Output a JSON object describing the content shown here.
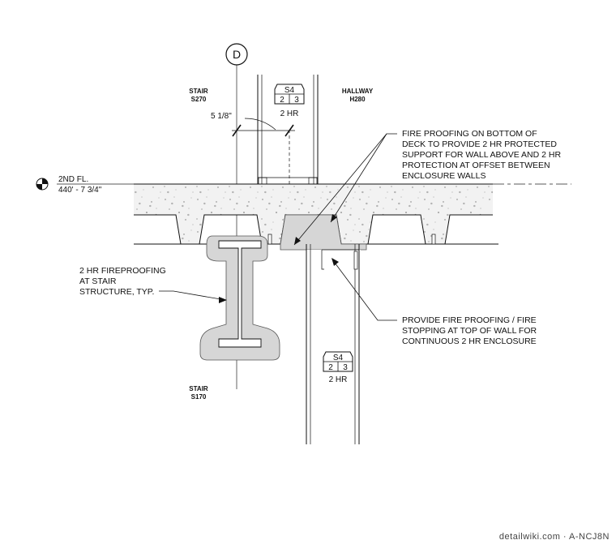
{
  "grid": {
    "bubble": "D"
  },
  "rooms": {
    "stair_upper": {
      "name": "STAIR",
      "number": "S270"
    },
    "hallway": {
      "name": "HALLWAY",
      "number": "H280"
    },
    "stair_lower": {
      "name": "STAIR",
      "number": "S170"
    }
  },
  "level": {
    "name": "2ND FL.",
    "elevation": "440' - 7 3/4\""
  },
  "dimension": {
    "text": "5 1/8\""
  },
  "wall_tags": [
    {
      "type": "S4",
      "left": "2",
      "right": "3",
      "rating": "2 HR"
    },
    {
      "type": "S4",
      "left": "2",
      "right": "3",
      "rating": "2 HR"
    }
  ],
  "notes": {
    "deck_fireproofing": [
      "FIRE PROOFING ON BOTTOM OF",
      "DECK TO PROVIDE 2 HR PROTECTED",
      "SUPPORT FOR WALL ABOVE AND 2 HR",
      "PROTECTION AT OFFSET BETWEEN",
      "ENCLOSURE WALLS"
    ],
    "stair_structure": [
      "2 HR FIREPROOFING",
      "AT STAIR",
      "STRUCTURE, TYP."
    ],
    "top_of_wall": [
      "PROVIDE FIRE PROOFING / FIRE",
      "STOPPING AT TOP OF WALL FOR",
      "CONTINUOUS 2 HR ENCLOSURE"
    ]
  },
  "watermark": "detailwiki.com · A-NCJ8N"
}
